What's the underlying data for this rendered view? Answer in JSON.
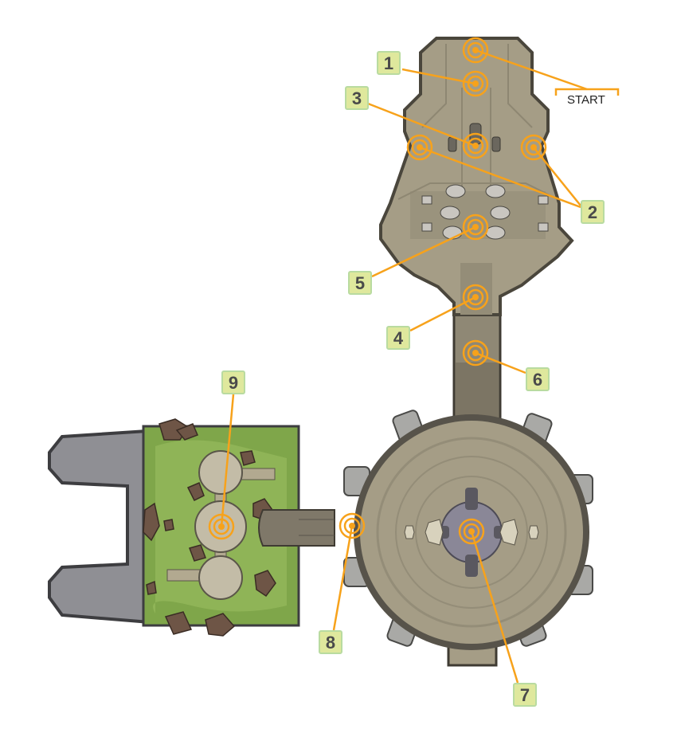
{
  "map": {
    "start_label": "START",
    "objectives": [
      {
        "id": "1",
        "label": "1"
      },
      {
        "id": "2",
        "label": "2"
      },
      {
        "id": "3",
        "label": "3"
      },
      {
        "id": "4",
        "label": "4"
      },
      {
        "id": "5",
        "label": "5"
      },
      {
        "id": "6",
        "label": "6"
      },
      {
        "id": "7",
        "label": "7"
      },
      {
        "id": "8",
        "label": "8"
      },
      {
        "id": "9",
        "label": "9"
      }
    ],
    "colors": {
      "marker": "#f7a21b",
      "badge": "#dfe89d",
      "floor": "#a59d86",
      "grass": "#7fa64a",
      "wall": "#8f8f94"
    }
  }
}
